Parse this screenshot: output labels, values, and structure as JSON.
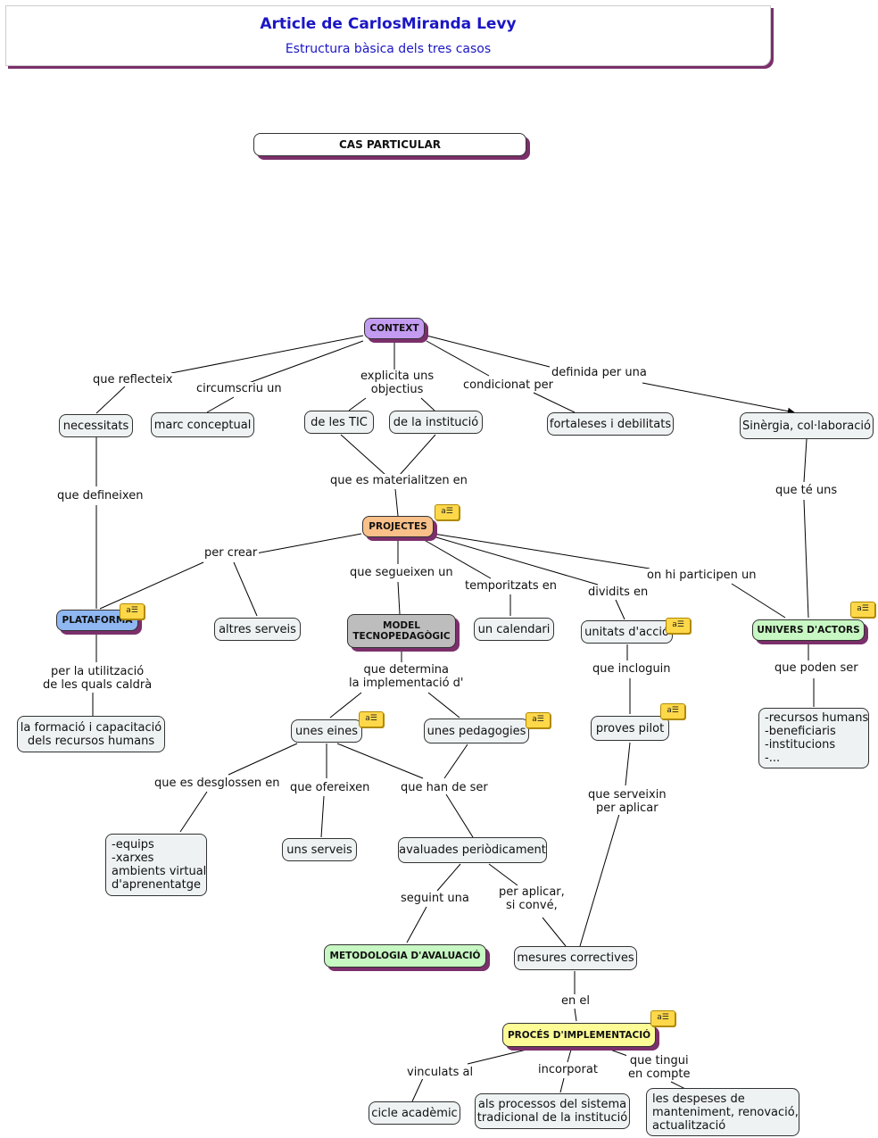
{
  "header": {
    "title": "Article de CarlosMiranda Levy",
    "subtitle": "Estructura bàsica dels tres casos"
  },
  "colors": {
    "accent_shadow": "#7b2f6b",
    "title_text": "#1b16c4",
    "concept_fill": "#eef2f2",
    "context_fill": "#c39bf0",
    "projectes_fill": "#f9c08a",
    "plataforma_fill": "#8fb8f2",
    "model_fill": "#bdbdbd",
    "green_fill": "#c7f7c2",
    "yellow_fill": "#fdfb96"
  },
  "nodes": {
    "cas_particular": "CAS PARTICULAR",
    "context": "CONTEXT",
    "necessitats": "necessitats",
    "marc_conceptual": "marc conceptual",
    "de_les_tic": "de les TIC",
    "de_la_institucio": "de la institució",
    "fortaleses": "fortaleses i debilitats",
    "sinergia": "Sinèrgia, col·laboració",
    "projectes": "PROJECTES",
    "plataforma": "PLATAFORMA",
    "altres_serveis": "altres serveis",
    "model": "MODEL\nTECNOPEDAGÒGIC",
    "calendari": "un calendari",
    "unitats": "unitats d'acció",
    "univers": "UNIVERS D'ACTORS",
    "formacio": "la formació i capacitació\ndels recursos humans",
    "unes_eines": "unes eines",
    "unes_pedagogies": "unes pedagogies",
    "proves_pilot": "proves pilot",
    "recursos": "-recursos humans\n-beneficiaris\n-institucions\n-...",
    "equips": "-equips\n-xarxes\nambients virtual\nd'aprenentatge",
    "uns_serveis": "uns serveis",
    "avaluades": "avaluades periòdicament",
    "metodologia": "METODOLOGIA D'AVALUACIÓ",
    "mesures": "mesures correctives",
    "proces": "PROCÉS D'IMPLEMENTACIÓ",
    "cicle": "cicle acadèmic",
    "processos": "als processos del sistema\ntradicional de la institució",
    "despeses": "les despeses de\nmanteniment, renovació,\nactualització"
  },
  "links": {
    "que_reflecteix": "que reflecteix",
    "circumscriu": "circumscriu un",
    "explicita": "explicita uns\nobjectius",
    "condicionat": "condicionat per",
    "definida": "definida per una",
    "que_definexen": "que defineixen",
    "materialitzen": "que es materialitzen en",
    "que_te_uns": "que té uns",
    "per_crear": "per crear",
    "segueixen": "que segueixen un",
    "temporitzats": "temporitzats en",
    "dividits": "dividits en",
    "participen": "on hi participen un",
    "utilitzacio": "per la utilització\nde les quals caldrà",
    "determina": "que determina\nla implementació d'",
    "incloguin": "que incloguin",
    "poden_ser": "que poden ser",
    "desglossen": "que es desglossen en",
    "ofereixen": "que ofereixen",
    "han_de_ser": "que han de ser",
    "serveixin": "que serveixin\nper aplicar",
    "seguint": "seguint una",
    "per_aplicar": "per aplicar,\nsi convé,",
    "en_el": "en el",
    "vinculats": "vinculats al",
    "incorporat": "incorporat",
    "tingui": "que tingui\nen compte"
  },
  "note_icon": "note-icon"
}
